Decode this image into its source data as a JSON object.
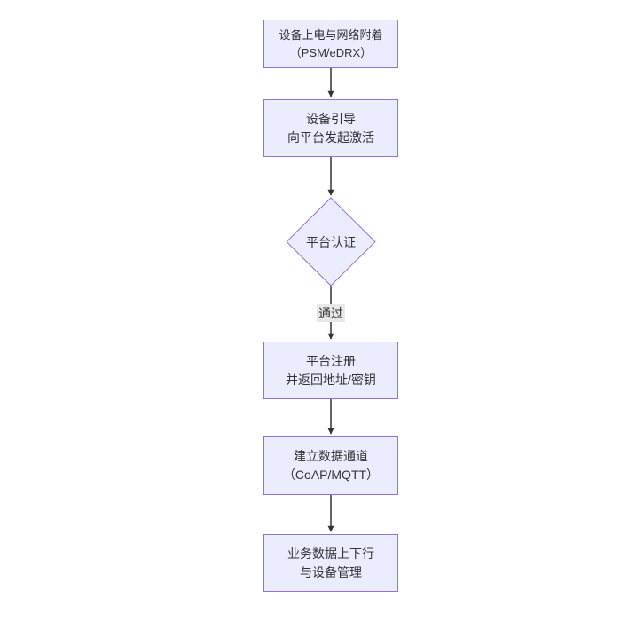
{
  "diagram": {
    "type": "flowchart",
    "direction": "top-down",
    "colors": {
      "canvas_bg": "#ffffff",
      "node_fill": "#ECECFF",
      "node_border": "#9370DB",
      "node_text": "#333333",
      "edge_stroke": "#333333",
      "edge_label_bg": "#e8e8e8",
      "edge_label_text": "#333333"
    },
    "nodes": [
      {
        "id": "A",
        "shape": "rect",
        "lines": [
          "设备上电与网络附着",
          "（PSM/eDRX）"
        ]
      },
      {
        "id": "B",
        "shape": "rect",
        "lines": [
          "设备引导",
          "向平台发起激活"
        ]
      },
      {
        "id": "C",
        "shape": "diamond",
        "lines": [
          "平台认证"
        ]
      },
      {
        "id": "D",
        "shape": "rect",
        "lines": [
          "平台注册",
          "并返回地址/密钥"
        ]
      },
      {
        "id": "E",
        "shape": "rect",
        "lines": [
          "建立数据通道",
          "（CoAP/MQTT）"
        ]
      },
      {
        "id": "F",
        "shape": "rect",
        "lines": [
          "业务数据上下行",
          "与设备管理"
        ]
      }
    ],
    "edges": [
      {
        "from": "A",
        "to": "B",
        "label": ""
      },
      {
        "from": "B",
        "to": "C",
        "label": ""
      },
      {
        "from": "C",
        "to": "D",
        "label": "通过"
      },
      {
        "from": "D",
        "to": "E",
        "label": ""
      },
      {
        "from": "E",
        "to": "F",
        "label": ""
      }
    ]
  }
}
